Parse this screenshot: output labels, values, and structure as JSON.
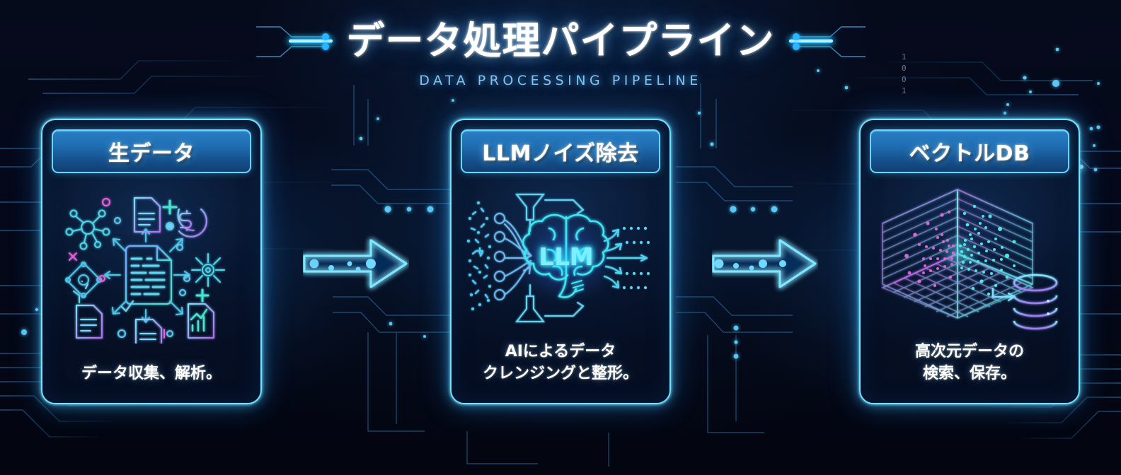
{
  "header": {
    "title": "データ処理パイプライン",
    "subtitle": "DATA PROCESSING PIPELINE"
  },
  "theme": {
    "background": "#05081a",
    "accent_cyan": "#6fe3ff",
    "accent_blue": "#2a7fc4",
    "glow": "#46c8ff",
    "text": "#ffffff",
    "subtitle_color": "#7fc4ee",
    "magenta": "#e060d8"
  },
  "pipeline": {
    "steps": [
      {
        "id": "raw-data",
        "title": "生データ",
        "desc_lines": [
          "データ収集、解析。"
        ],
        "icon": "documents-network-icon",
        "art_label": ""
      },
      {
        "id": "llm-denoise",
        "title": "LLMノイズ除去",
        "desc_lines": [
          "AIによるデータ",
          "クレンジングと整形。"
        ],
        "icon": "brain-funnel-icon",
        "art_label": "LLM"
      },
      {
        "id": "vector-db",
        "title": "ベクトルDB",
        "desc_lines": [
          "高次元データの",
          "検索、保存。"
        ],
        "icon": "vector-cube-database-icon",
        "art_label": ""
      }
    ],
    "connectors": [
      {
        "id": "arrow-1",
        "icon": "arrow-right-icon"
      },
      {
        "id": "arrow-2",
        "icon": "arrow-right-icon"
      }
    ]
  },
  "decor": {
    "left_circuit": "circuit-lines-left-icon",
    "right_circuit": "circuit-lines-right-icon",
    "binary_text": "1 0 0 1"
  }
}
